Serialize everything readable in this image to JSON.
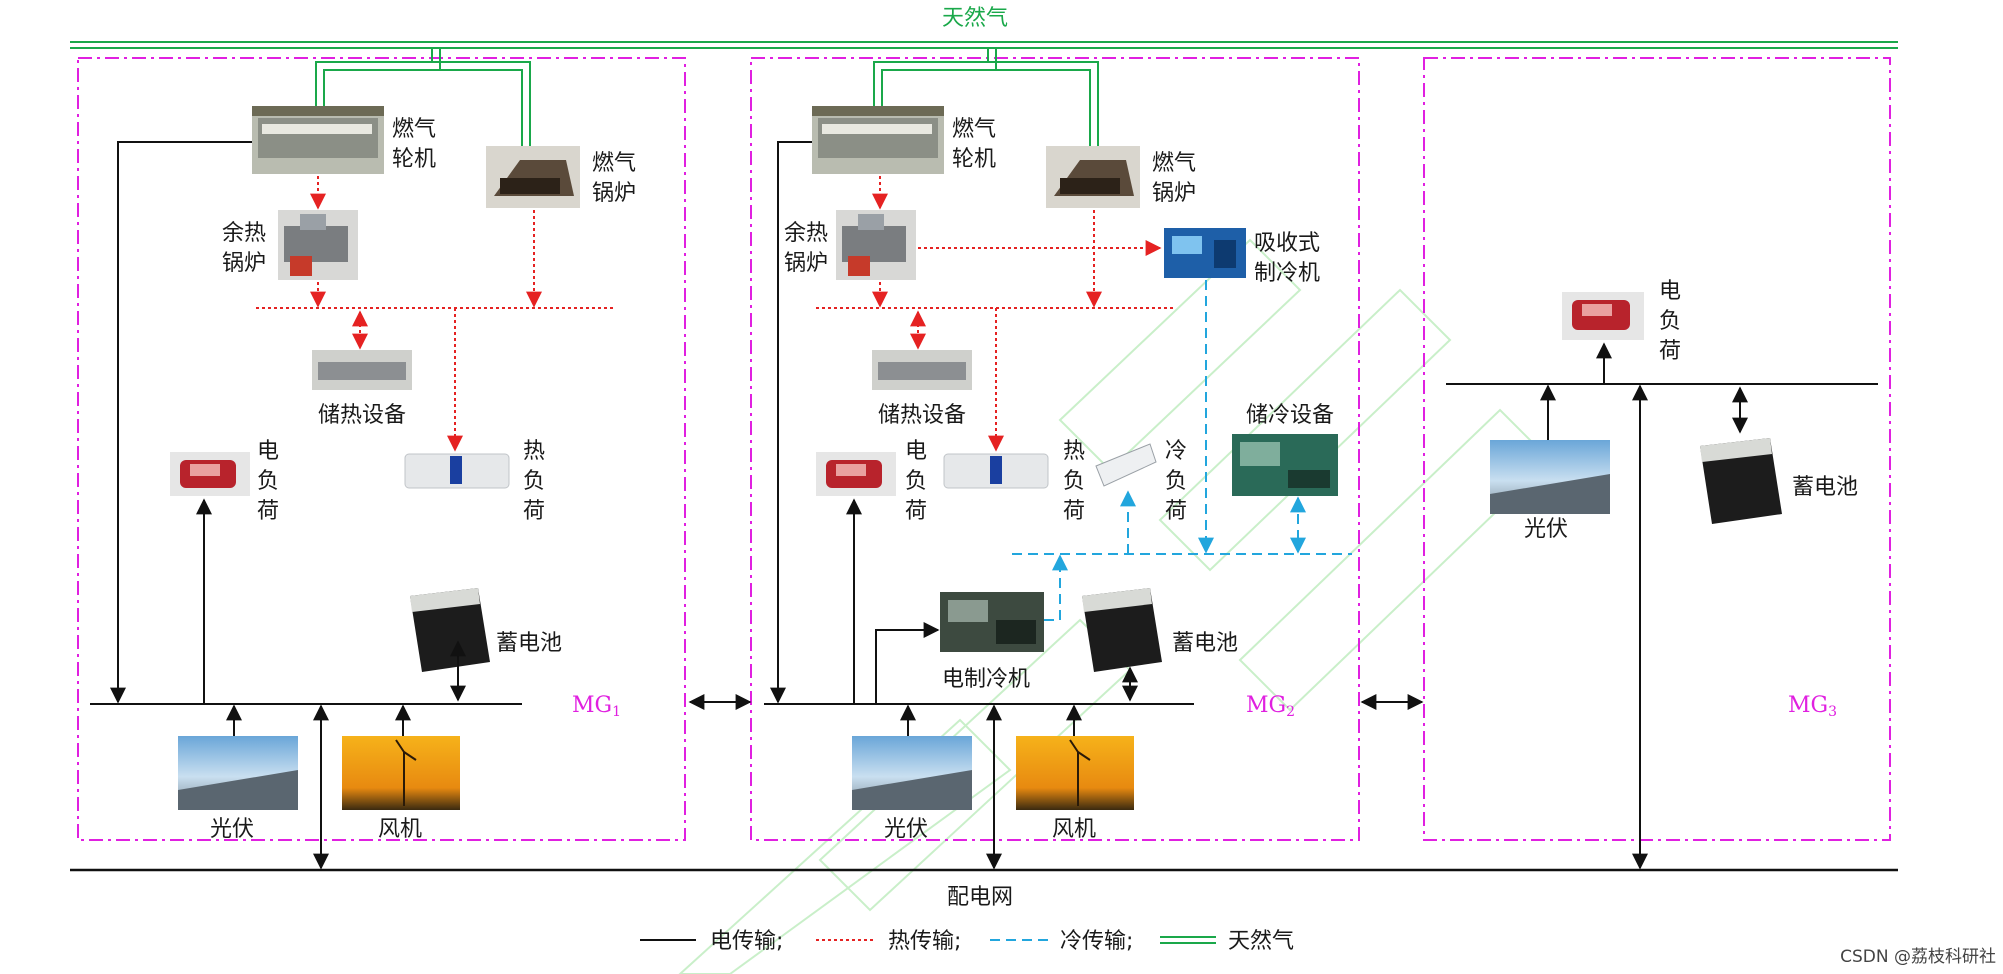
{
  "title": "天然气",
  "grid_label": "配电网",
  "watermark": "CSDN @荔枝科研社",
  "colors": {
    "electric": "#111111",
    "heat": "#e52222",
    "cold": "#22a6dd",
    "gas": "#1aa84a",
    "mg_border": "#e020e0"
  },
  "legend": {
    "electric": "电传输;",
    "heat": "热传输;",
    "cold": "冷传输;",
    "gas": "天然气"
  },
  "mg1": {
    "name_main": "MG",
    "name_sub": "1",
    "gas_turbine": [
      "燃气",
      "轮机"
    ],
    "gas_boiler": [
      "燃气",
      "锅炉"
    ],
    "waste_heat_boiler": [
      "余热",
      "锅炉"
    ],
    "heat_storage": "储热设备",
    "heat_load": [
      "热",
      "负",
      "荷"
    ],
    "elec_load": [
      "电",
      "负",
      "荷"
    ],
    "battery": "蓄电池",
    "pv": "光伏",
    "wind": "风机"
  },
  "mg2": {
    "name_main": "MG",
    "name_sub": "2",
    "gas_turbine": [
      "燃气",
      "轮机"
    ],
    "gas_boiler": [
      "燃气",
      "锅炉"
    ],
    "waste_heat_boiler": [
      "余热",
      "锅炉"
    ],
    "absorption_chiller": [
      "吸收式",
      "制冷机"
    ],
    "heat_storage": "储热设备",
    "cold_storage": "储冷设备",
    "elec_load": [
      "电",
      "负",
      "荷"
    ],
    "heat_load": [
      "热",
      "负",
      "荷"
    ],
    "cold_load": [
      "冷",
      "负",
      "荷"
    ],
    "electric_chiller": "电制冷机",
    "battery": "蓄电池",
    "pv": "光伏",
    "wind": "风机"
  },
  "mg3": {
    "name_main": "MG",
    "name_sub": "3",
    "elec_load": [
      "电",
      "负",
      "荷"
    ],
    "pv": "光伏",
    "battery": "蓄电池"
  }
}
